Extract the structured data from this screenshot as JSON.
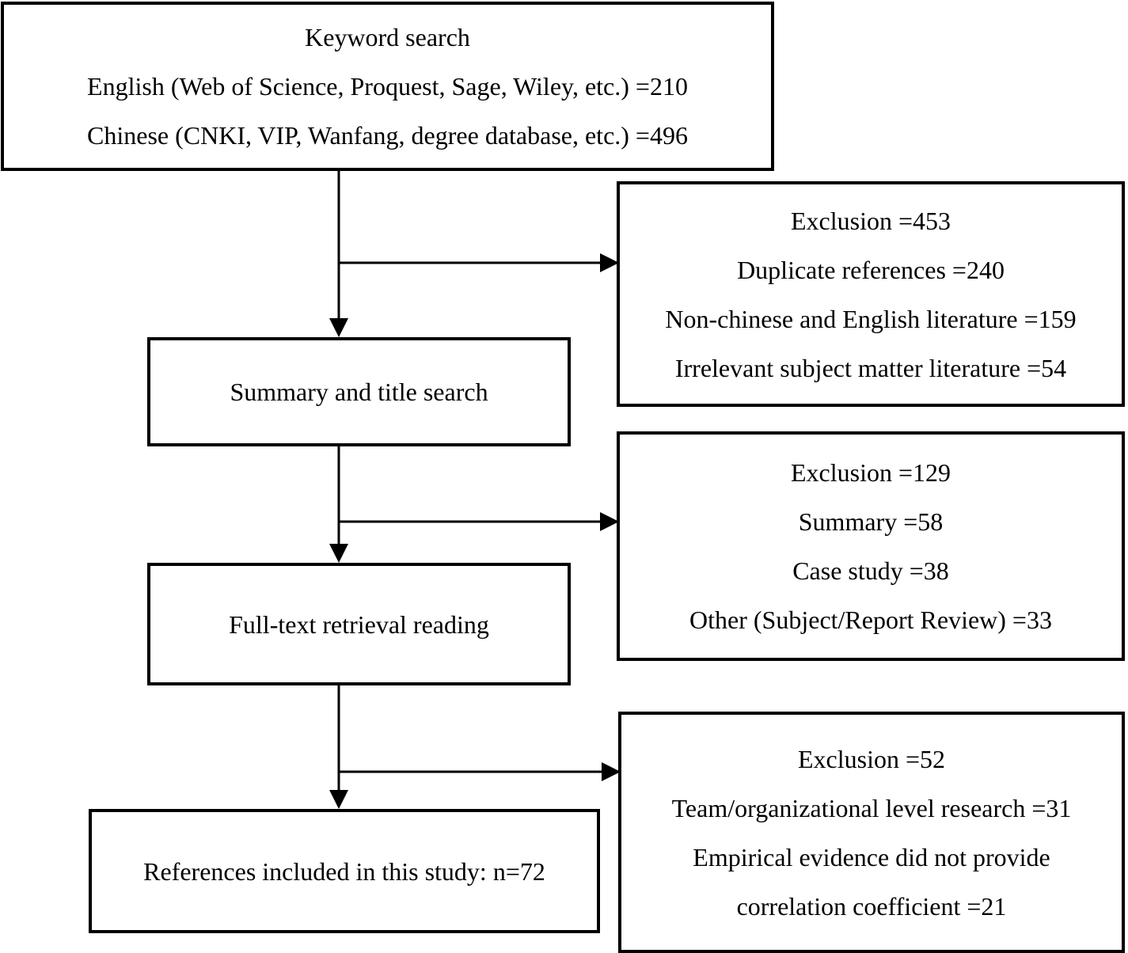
{
  "keyword_box": {
    "lines": [
      "Keyword search",
      "English (Web of Science, Proquest, Sage, Wiley, etc.) =210",
      "Chinese (CNKI, VIP, Wanfang, degree database, etc.) =496"
    ]
  },
  "summary_box": {
    "label": "Summary and title search"
  },
  "fulltext_box": {
    "label": "Full-text retrieval reading"
  },
  "included_box": {
    "label": "References included in this study: n=72"
  },
  "exclusion_1": {
    "lines": [
      "Exclusion =453",
      "Duplicate references =240",
      "Non-chinese and English literature =159",
      "Irrelevant subject matter literature =54"
    ]
  },
  "exclusion_2": {
    "lines": [
      "Exclusion =129",
      "Summary =58",
      "Case study =38",
      "Other (Subject/Report Review) =33"
    ]
  },
  "exclusion_3": {
    "lines": [
      "Exclusion =52",
      "Team/organizational level research =31",
      "Empirical evidence did not provide",
      "correlation coefficient =21"
    ]
  }
}
